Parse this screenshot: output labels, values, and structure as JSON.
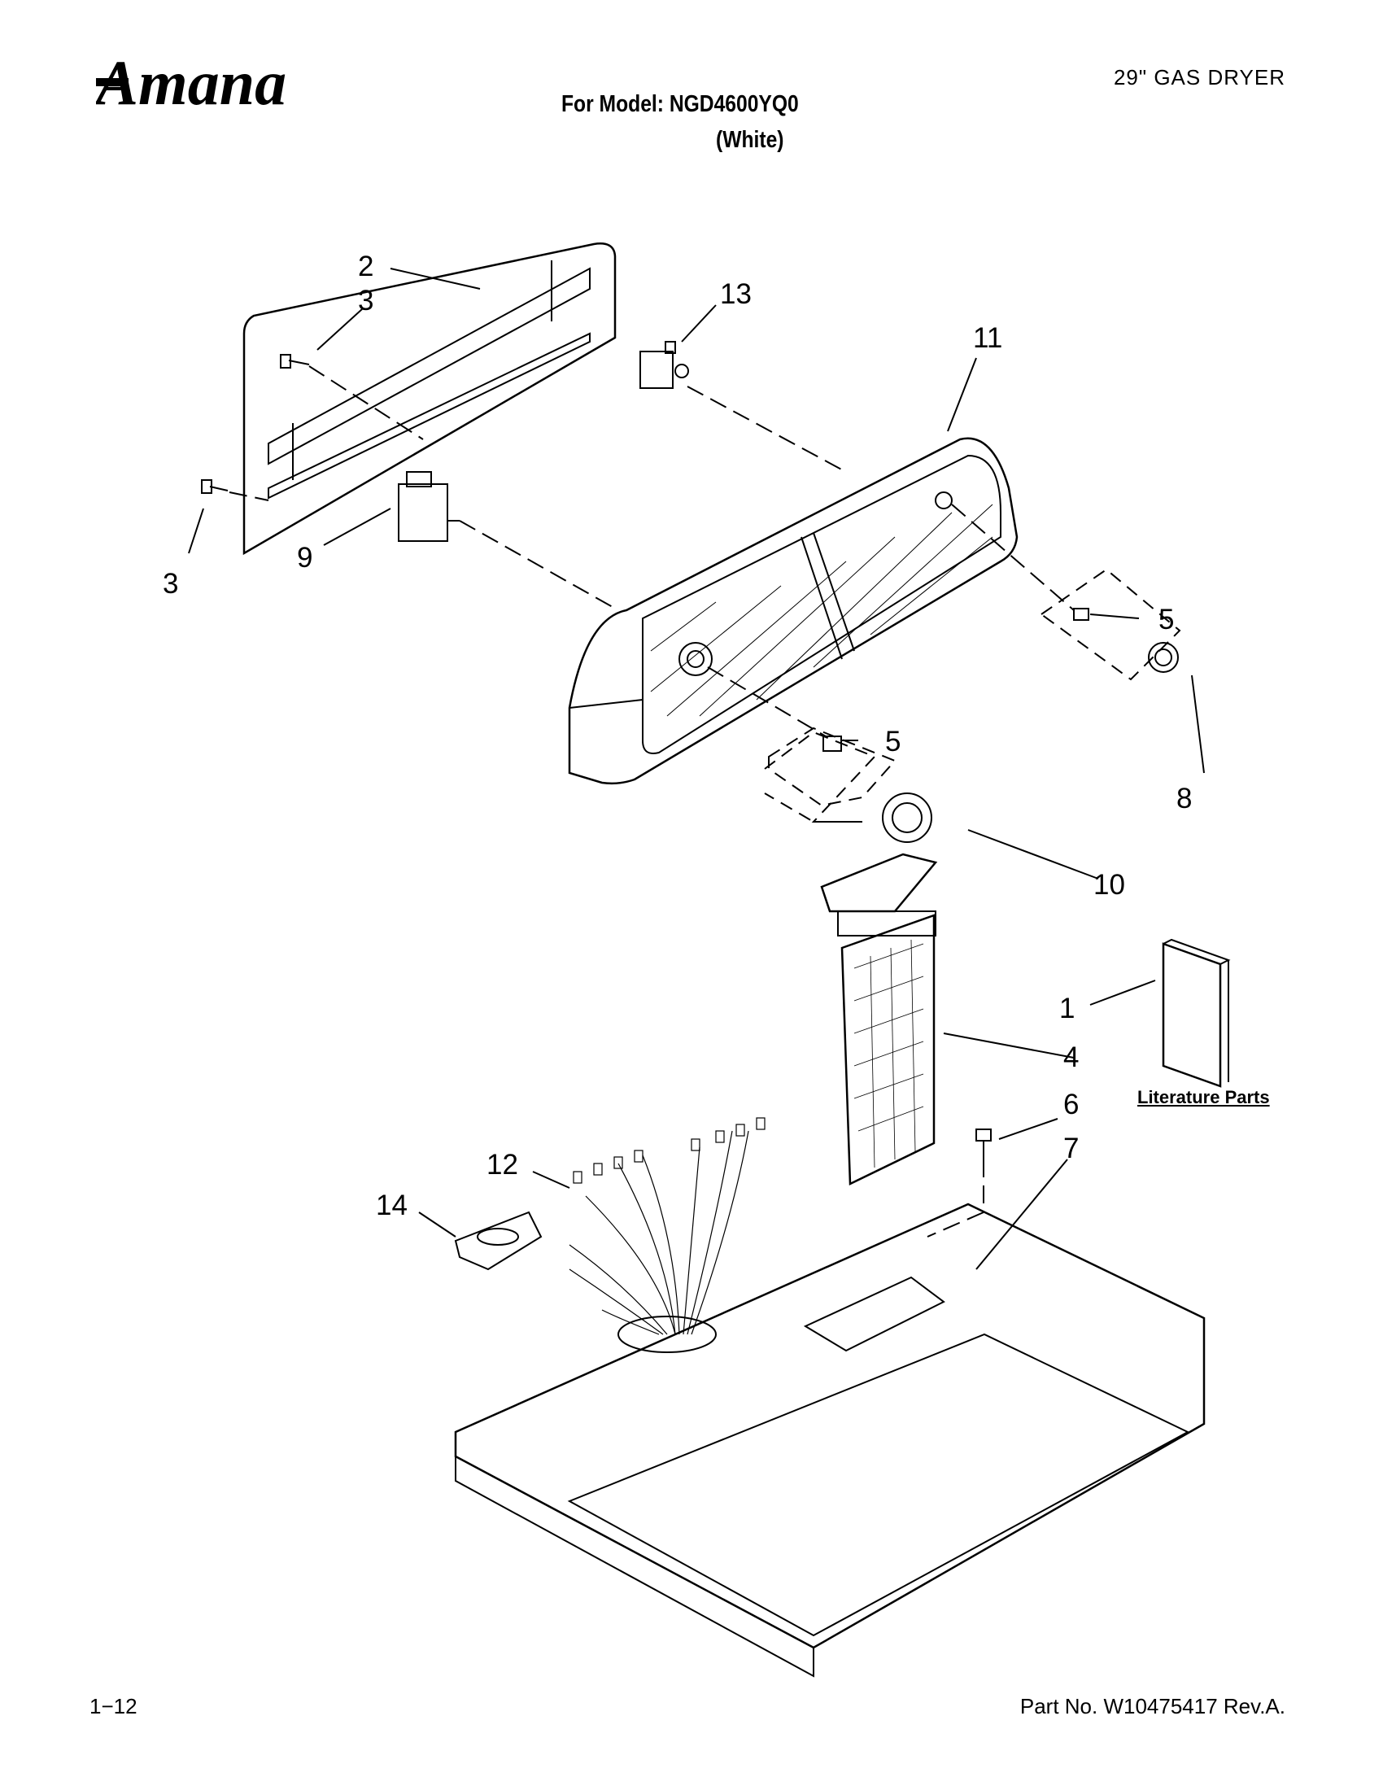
{
  "header": {
    "brand": "Amana",
    "product": "29\" GAS DRYER",
    "model": "For Model: NGD4600YQ0",
    "color": "(White)"
  },
  "callouts": [
    "2",
    "3",
    "3",
    "13",
    "11",
    "9",
    "5",
    "5",
    "8",
    "10",
    "1",
    "4",
    "6",
    "7",
    "12",
    "14"
  ],
  "literature_label": "Literature Parts",
  "footer": {
    "page": "1−12",
    "part_number": "Part No. W10475417 Rev.A."
  }
}
